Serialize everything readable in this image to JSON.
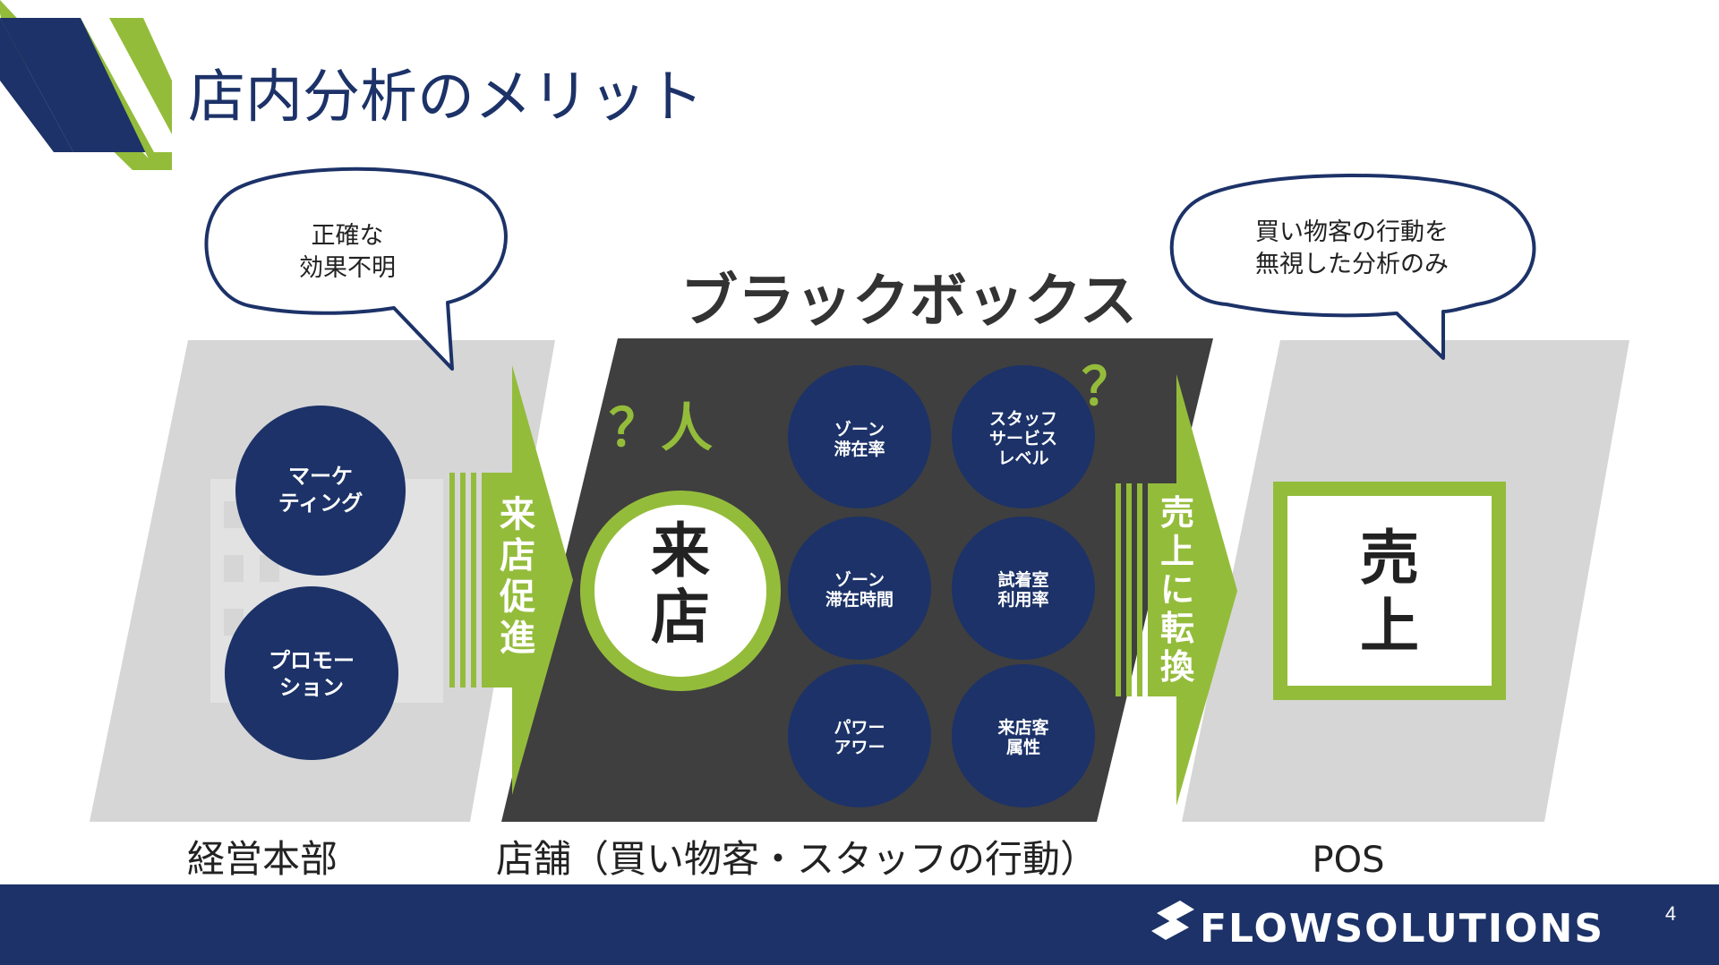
{
  "title": "店内分析のメリット",
  "colors": {
    "navy": "#1c3268",
    "green": "#94bc3b",
    "gray": "#d6d6d6",
    "dark": "#3f3f3f"
  },
  "bubbles": {
    "left": {
      "line1": "正確な",
      "line2": "効果不明"
    },
    "right": {
      "line1": "買い物客の行動を",
      "line2": "無視した分析のみ"
    }
  },
  "hq": {
    "circles": [
      {
        "line1": "マーケ",
        "line2": "ティング"
      },
      {
        "line1": "プロモー",
        "line2": "ション"
      }
    ],
    "caption": "経営本部"
  },
  "arrow1": [
    "来",
    "店",
    "促",
    "進"
  ],
  "blackbox": {
    "heading": "ブラックボックス",
    "question_person": "？人",
    "question_mark": "？",
    "visit": [
      "来",
      "店"
    ],
    "circles": [
      {
        "line1": "ゾーン",
        "line2": "滞在率",
        "line3": ""
      },
      {
        "line1": "スタッフ",
        "line2": "サービス",
        "line3": "レベル"
      },
      {
        "line1": "ゾーン",
        "line2": "滞在時間",
        "line3": ""
      },
      {
        "line1": "試着室",
        "line2": "利用率",
        "line3": ""
      },
      {
        "line1": "パワー",
        "line2": "アワー",
        "line3": ""
      },
      {
        "line1": "来店客",
        "line2": "属性",
        "line3": ""
      }
    ],
    "caption": "店舗（買い物客・スタッフの行動）"
  },
  "arrow2": [
    "売",
    "上",
    "に",
    "転",
    "換"
  ],
  "pos": {
    "sales": [
      "売",
      "上"
    ],
    "caption": "POS"
  },
  "footer": {
    "logo": "FLOWSOLUTIONS",
    "page": "4",
    "logo_icon": "flow-logo-icon"
  }
}
